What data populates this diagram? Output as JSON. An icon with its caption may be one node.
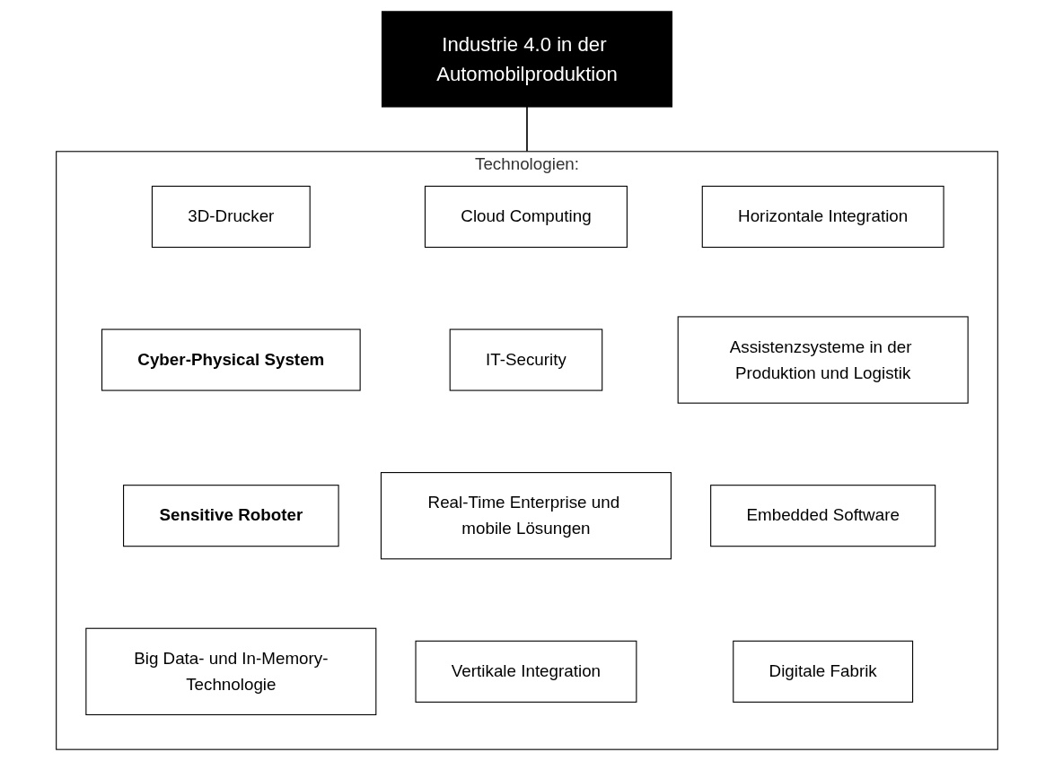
{
  "diagram": {
    "nodes": [
      {
        "text": [
          "Industrie 4.0 in der Automobilproduktion"
        ]
      },
      {
        "text": [
          "Technologien:"
        ]
      },
      {
        "text": [
          "3D-Drucker"
        ],
        "in": 1
      },
      {
        "text": [
          "Cloud Computing"
        ],
        "in": 1
      },
      {
        "text": [
          "Horizontale Integration"
        ],
        "in": 1
      },
      {
        "text": [
          "Cyber-Physical System"
        ],
        "in": 1
      },
      {
        "text": [
          "IT-Security"
        ],
        "in": 1
      },
      {
        "text": [
          "Assistenzsysteme in der Produktion und Logistik"
        ],
        "in": 1
      },
      {
        "text": [
          "Sensitive Roboter"
        ],
        "in": 1
      },
      {
        "text": [
          "Real-Time Enterprise und mobile Lösungen"
        ],
        "in": 1
      },
      {
        "text": [
          "Embedded Software"
        ],
        "in": 1
      },
      {
        "text": [
          "Big Data- und In-Memory-Technologie"
        ],
        "in": 1
      },
      {
        "text": [
          "Vertikale Integration"
        ],
        "in": 1
      },
      {
        "text": [
          "Digitale Fabrik"
        ],
        "in": 1
      }
    ],
    "edges": [
      {
        "from": 0,
        "to": 1,
        "arrow": "none"
      }
    ]
  }
}
